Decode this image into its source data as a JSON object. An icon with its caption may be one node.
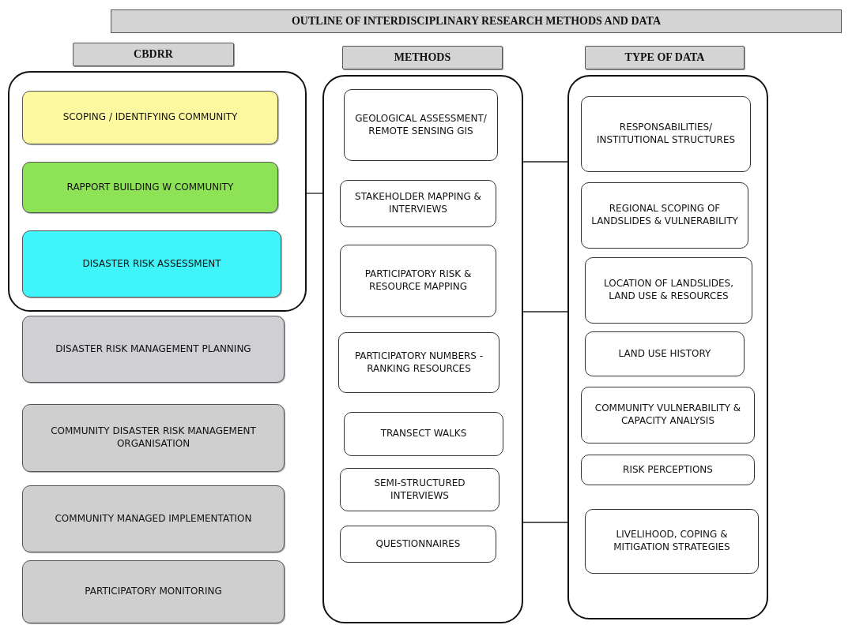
{
  "diagram": {
    "title": "OUTLINE OF INTERDISCIPLINARY RESEARCH METHODS AND DATA",
    "nodes": [
      {
        "text": [
          "CBDRR"
        ]
      },
      {
        "text": [
          "METHODS"
        ]
      },
      {
        "text": [
          "TYPE OF DATA"
        ]
      },
      {
        "text": [],
        "shape": "box"
      },
      {
        "text": [
          "SCOPING / IDENTIFYING COMMUNITY"
        ],
        "in": 3
      },
      {
        "text": [
          "RAPPORT BUILDING W COMMUNITY"
        ],
        "in": 3
      },
      {
        "text": [
          "DISASTER RISK ASSESSMENT"
        ],
        "in": 3
      },
      {
        "text": [
          "DISASTER RISK MANAGEMENT PLANNING"
        ]
      },
      {
        "text": [
          "COMMUNITY DISASTER RISK MANAGEMENT ORGANISATION"
        ]
      },
      {
        "text": [
          "COMMUNITY MANAGED IMPLEMENTATION"
        ]
      },
      {
        "text": [
          "PARTICIPATORY MONITORING"
        ]
      },
      {
        "text": [],
        "shape": "box"
      },
      {
        "text": [
          "GEOLOGICAL ASSESSMENT/ REMOTE SENSING GIS"
        ],
        "in": 11
      },
      {
        "text": [
          "STAKEHOLDER MAPPING & INTERVIEWS"
        ],
        "in": 11
      },
      {
        "text": [
          "PARTICIPATORY RISK & RESOURCE MAPPING"
        ],
        "in": 11
      },
      {
        "text": [
          "PARTICIPATORY NUMBERS - RANKING RESOURCES"
        ],
        "in": 11
      },
      {
        "text": [
          "TRANSECT WALKS"
        ],
        "in": 11
      },
      {
        "text": [
          "SEMI-STRUCTURED INTERVIEWS"
        ],
        "in": 11
      },
      {
        "text": [
          "QUESTIONNAIRES"
        ],
        "in": 11
      },
      {
        "text": [],
        "shape": "box"
      },
      {
        "text": [
          "RESPONSABILITIES/ INSTITUTIONAL STRUCTURES"
        ],
        "in": 19
      },
      {
        "text": [
          "REGIONAL SCOPING OF LANDSLIDES & VULNERABILITY"
        ],
        "in": 19
      },
      {
        "text": [
          "LOCATION OF LANDSLIDES, LAND USE & RESOURCES"
        ],
        "in": 19
      },
      {
        "text": [
          "LAND USE HISTORY"
        ],
        "in": 19
      },
      {
        "text": [
          "COMMUNITY VULNERABILITY & CAPACITY ANALYSIS"
        ],
        "in": 19
      },
      {
        "text": [
          "RISK PERCEPTIONS"
        ],
        "in": 19
      },
      {
        "text": [
          "LIVELIHOOD, COPING & MITIGATION STRATEGIES"
        ],
        "in": 19
      }
    ],
    "edges": [
      {
        "from": 3,
        "to": 11,
        "arrow": "none"
      },
      {
        "from": 11,
        "to": 19,
        "arrow": "none"
      },
      {
        "from": 11,
        "to": 19,
        "arrow": "none"
      },
      {
        "from": 11,
        "to": 19,
        "arrow": "none"
      }
    ]
  }
}
